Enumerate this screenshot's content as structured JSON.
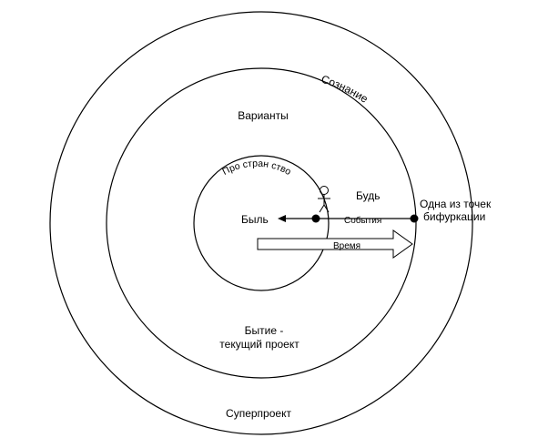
{
  "colors": {
    "stroke": "#000000",
    "background": "#ffffff",
    "text": "#000000"
  },
  "diagram": {
    "circles": {
      "outer": "Суперпроект",
      "middle_line1": "Бытие -",
      "middle_line2": "текущий проект",
      "middle_arc": "Сознание",
      "inner_arc": "Про стран ство"
    },
    "labels": {
      "variants": "Варианты",
      "past": "Быль",
      "future": "Будь",
      "events": "События",
      "time": "Время",
      "bifurcation_line1": "Одна из точек",
      "bifurcation_line2": "бифуркации"
    },
    "icons": {
      "person": "stick-figure-icon",
      "present_point": "dot-icon",
      "bifurcation_point": "dot-icon"
    }
  }
}
